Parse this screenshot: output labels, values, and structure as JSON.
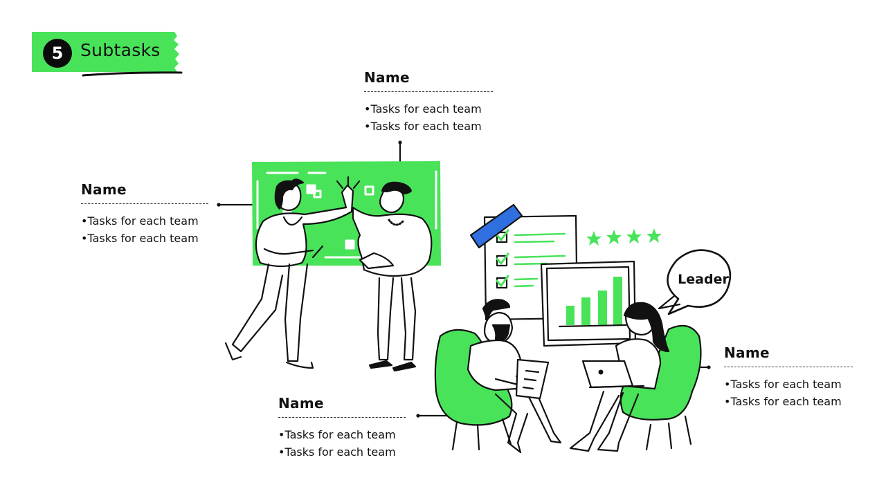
{
  "slide": {
    "number": "5",
    "title": "Subtasks",
    "accent_color": "#49e35a",
    "ink_color": "#111111"
  },
  "callouts": [
    {
      "name": "Name",
      "tasks": [
        "•Tasks for each team",
        "•Tasks for each team"
      ]
    },
    {
      "name": "Name",
      "tasks": [
        "•Tasks for each team",
        "•Tasks for each team"
      ]
    },
    {
      "name": "Name",
      "tasks": [
        "•Tasks for each team",
        "•Tasks for each team"
      ]
    },
    {
      "name": "Name",
      "tasks": [
        "•Tasks for each team",
        "•Tasks for each team"
      ]
    }
  ],
  "illustration": {
    "bubble_text": "Leader",
    "icons": [
      "whiteboard-icon",
      "high-five-people-icon",
      "checklist-icon",
      "bar-chart-board-icon",
      "stars-icon",
      "armchair-icon",
      "laptop-icon"
    ]
  }
}
